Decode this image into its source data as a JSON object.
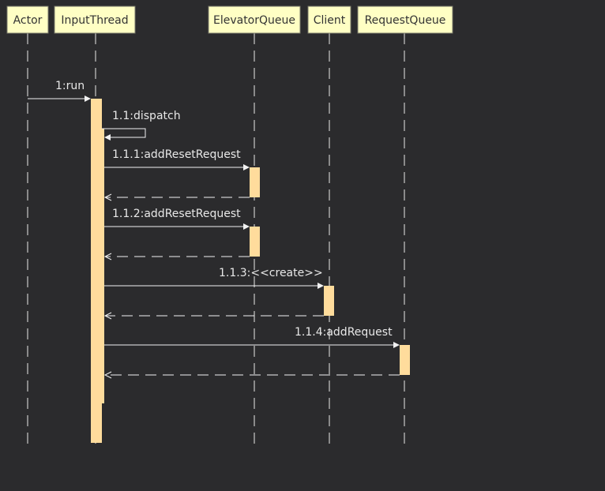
{
  "diagram": {
    "lifelines": [
      {
        "id": "actor",
        "label": "Actor"
      },
      {
        "id": "inputthread",
        "label": "InputThread"
      },
      {
        "id": "elevatorqueue",
        "label": "ElevatorQueue"
      },
      {
        "id": "client",
        "label": "Client"
      },
      {
        "id": "requestqueue",
        "label": "RequestQueue"
      }
    ],
    "messages": [
      {
        "label": "1:run",
        "from": "actor",
        "to": "inputthread",
        "kind": "call"
      },
      {
        "label": "1.1:dispatch",
        "from": "inputthread",
        "to": "inputthread",
        "kind": "self"
      },
      {
        "label": "1.1.1:addResetRequest",
        "from": "inputthread",
        "to": "elevatorqueue",
        "kind": "call"
      },
      {
        "label": "",
        "from": "elevatorqueue",
        "to": "inputthread",
        "kind": "return"
      },
      {
        "label": "1.1.2:addResetRequest",
        "from": "inputthread",
        "to": "elevatorqueue",
        "kind": "call"
      },
      {
        "label": "",
        "from": "elevatorqueue",
        "to": "inputthread",
        "kind": "return"
      },
      {
        "label": "1.1.3:<<create>>",
        "from": "inputthread",
        "to": "client",
        "kind": "call"
      },
      {
        "label": "",
        "from": "client",
        "to": "inputthread",
        "kind": "return"
      },
      {
        "label": "1.1.4:addRequest",
        "from": "inputthread",
        "to": "requestqueue",
        "kind": "call"
      },
      {
        "label": "",
        "from": "requestqueue",
        "to": "inputthread",
        "kind": "return"
      }
    ]
  },
  "colors": {
    "background": "#2b2b2d",
    "lifeline_head_fill": "#ffffc4",
    "activation_fill": "#ffdc9c",
    "line": "#f2f2f2",
    "text_light": "#e8e8e8",
    "text_dark": "#333333"
  }
}
